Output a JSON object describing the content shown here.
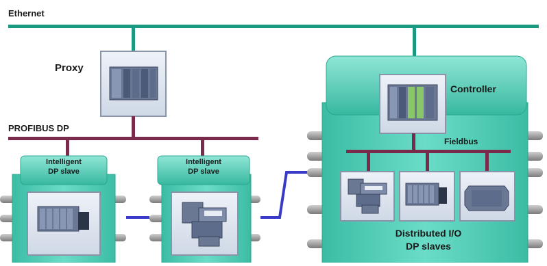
{
  "labels": {
    "ethernet": "Ethernet",
    "proxy": "Proxy",
    "profibus": "PROFIBUS DP",
    "slave1_line1": "Intelligent",
    "slave1_line2": "DP slave",
    "slave2_line1": "Intelligent",
    "slave2_line2": "DP slave",
    "controller": "Controller",
    "fieldbus": "Fieldbus",
    "dio_line1": "Distributed I/O",
    "dio_line2": "DP slaves"
  },
  "colors": {
    "ethernet": "#1a9a80",
    "profibus": "#7a2a4a",
    "link": "#3a3ac8",
    "module_fill": "#5fd4c0",
    "module_dark": "#2aa890",
    "device_fill": "#dde4ef",
    "connector": "#9a9a9a"
  },
  "icons": {
    "proxy": "plc-rack-icon",
    "controller": "plc-rack-icon",
    "slave1": "plc-module-icon",
    "slave2": "et200-stack-icon",
    "dio1": "et200-stack-icon",
    "dio2": "plc-module-icon",
    "dio3": "drive-icon"
  }
}
